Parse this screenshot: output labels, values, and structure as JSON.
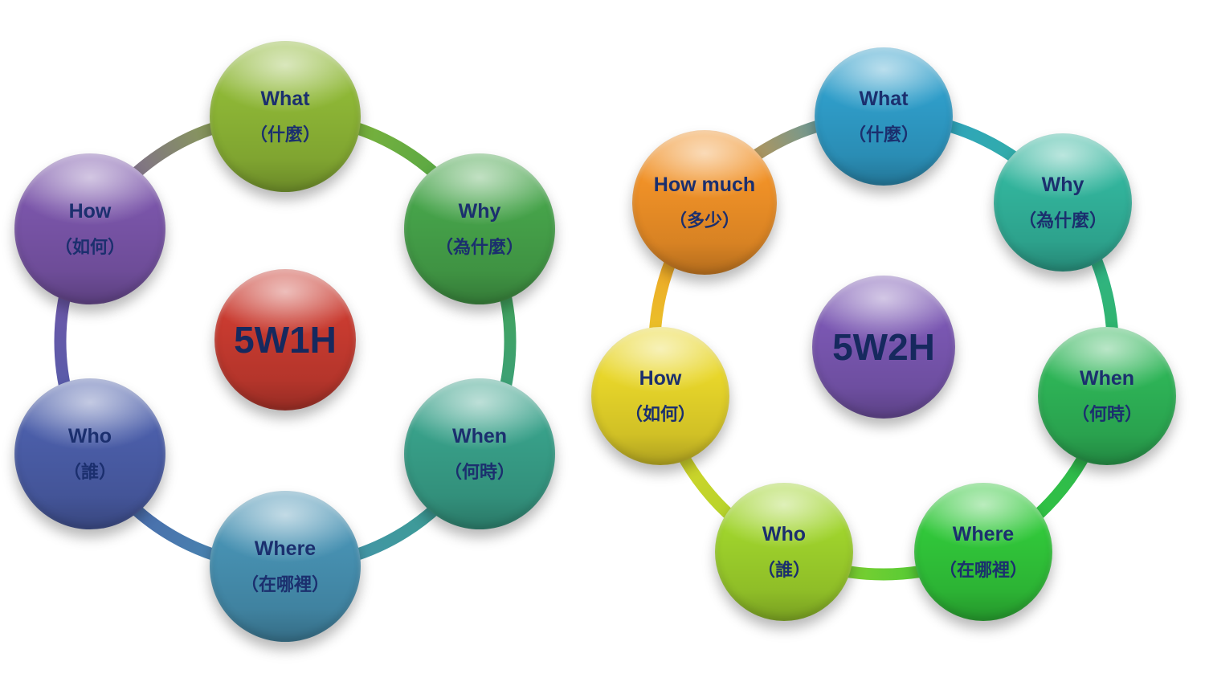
{
  "text_color": "#1b2f6e",
  "left": {
    "center": {
      "label": "5W1H",
      "color": "#c93b30"
    },
    "nodes": [
      {
        "label": "What",
        "sub": "（什麼）",
        "color": "#8eb736"
      },
      {
        "label": "Why",
        "sub": "（為什麼）",
        "color": "#46a34a"
      },
      {
        "label": "When",
        "sub": "（何時）",
        "color": "#38a089"
      },
      {
        "label": "Where",
        "sub": "（在哪裡）",
        "color": "#4791b2"
      },
      {
        "label": "Who",
        "sub": "（誰）",
        "color": "#4b5ea9"
      },
      {
        "label": "How",
        "sub": "（如何）",
        "color": "#7a55a9"
      }
    ]
  },
  "right": {
    "center": {
      "label": "5W2H",
      "color": "#7a57b2"
    },
    "nodes": [
      {
        "label": "What",
        "sub": "（什麼）",
        "color": "#2f9dc9"
      },
      {
        "label": "Why",
        "sub": "（為什麼）",
        "color": "#32b49c"
      },
      {
        "label": "When",
        "sub": "（何時）",
        "color": "#2eb457"
      },
      {
        "label": "Where",
        "sub": "（在哪裡）",
        "color": "#31c73a"
      },
      {
        "label": "Who",
        "sub": "（誰）",
        "color": "#9fd32c"
      },
      {
        "label": "How",
        "sub": "（如何）",
        "color": "#e8d62a"
      },
      {
        "label": "How much",
        "sub": "（多少）",
        "color": "#f09127"
      }
    ]
  }
}
